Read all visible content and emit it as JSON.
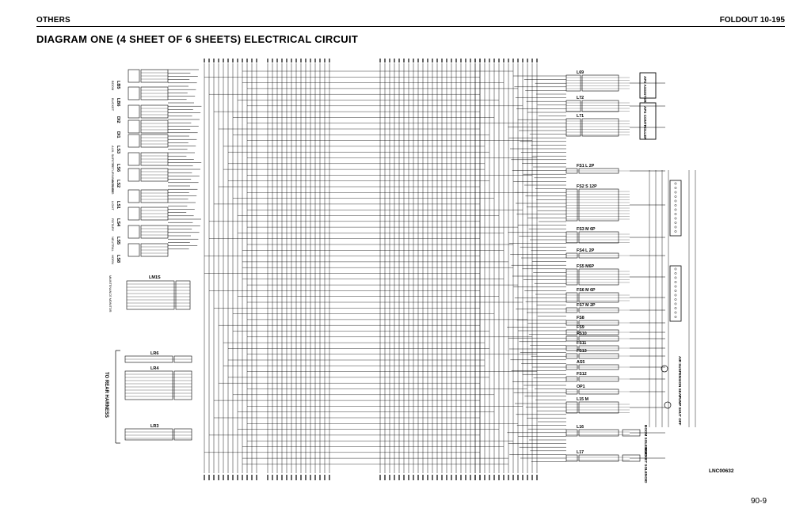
{
  "header": {
    "section": "OTHERS",
    "foldout": "FOLDOUT 10-195",
    "title": "DIAGRAM ONE (4 SHEET OF 6 SHEETS) ELECTRICAL CIRCUIT"
  },
  "left_components": [
    {
      "id": "LB5",
      "desc": "BOOM"
    },
    {
      "id": "LB6",
      "desc": "BUCKET"
    },
    {
      "id": "DI2",
      "desc": ""
    },
    {
      "id": "DI1",
      "desc": ""
    },
    {
      "id": "LS3",
      "desc": "AUX. SAFETY"
    },
    {
      "id": "LS6",
      "desc": "RETURNING TO DIG"
    },
    {
      "id": "LS2",
      "desc": "HAZARD"
    },
    {
      "id": "LS1",
      "desc": "LIGHT"
    },
    {
      "id": "LS4",
      "desc": "ROTARY"
    },
    {
      "id": "LS5",
      "desc": "NEUTRAL"
    },
    {
      "id": "LS8",
      "desc": "HORN"
    }
  ],
  "lm1s": {
    "id": "LM1S",
    "desc": "MAINTENANCE MONITOR"
  },
  "rear": {
    "label": "TO REAR HARNESS",
    "connectors": [
      "LR6",
      "LR4",
      "LR3"
    ]
  },
  "right_components": [
    {
      "id": "L69"
    },
    {
      "id": "L72"
    },
    {
      "id": "L71"
    },
    {
      "id": "FS1 L 2P"
    },
    {
      "id": "FS2 S 12P"
    },
    {
      "id": "FS3 M 6P"
    },
    {
      "id": "FS4 L 2P"
    },
    {
      "id": "FS5 M6P"
    },
    {
      "id": "FS6 M 6P"
    },
    {
      "id": "FS7 M 2P"
    },
    {
      "id": "FS8"
    },
    {
      "id": "FS9"
    },
    {
      "id": "FS10"
    },
    {
      "id": "FS11"
    },
    {
      "id": "FS13"
    },
    {
      "id": "AS5"
    },
    {
      "id": "FS12"
    },
    {
      "id": "OP1"
    },
    {
      "id": "L15 M"
    },
    {
      "id": "L16"
    },
    {
      "id": "L17"
    }
  ],
  "side_labels": {
    "aps_assister": "APS ASSISTER",
    "aps_controller": "APS CONTROLLER",
    "air_suspension_seat": "AIR SUSPENSION SEAT",
    "pump_shut_off": "PUMP SHUT OFF",
    "boom_solenoid": "BOOM SOLENOID",
    "bucket_solenoid": "BUCKET SOLENOID"
  },
  "ref_code": "LNC00632",
  "page_number": "90-9"
}
